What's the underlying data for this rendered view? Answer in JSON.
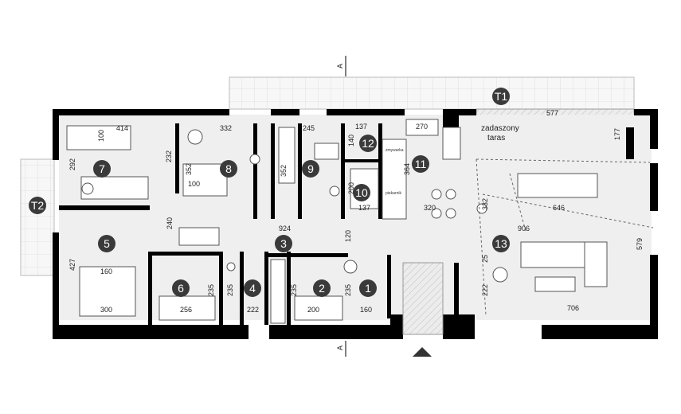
{
  "colors": {
    "wall": "#000000",
    "floor": "#f0f0f0",
    "terrace": "#f4f4f4",
    "room_badge": "#3a3a3a",
    "furniture": "#ffffff",
    "line": "#555555"
  },
  "section_marker": "A",
  "terrace_label": "T1",
  "side_terrace_label": "T2",
  "covered_terrace": {
    "line1": "zadaszony",
    "line2": "taras"
  },
  "rooms": [
    "1",
    "2",
    "3",
    "4",
    "5",
    "6",
    "7",
    "8",
    "9",
    "10",
    "11",
    "12",
    "13"
  ],
  "dimensions": {
    "d414": "414",
    "d100a": "100",
    "d292": "292",
    "d232": "232",
    "d332": "332",
    "d352a": "352",
    "d100b": "100",
    "d245": "245",
    "d352b": "352",
    "d137a": "137",
    "d140": "140",
    "d270": "270",
    "d364": "364",
    "d577": "577",
    "d177": "177",
    "d200a": "200",
    "d137b": "137",
    "d320": "320",
    "d332b": "332",
    "d646": "646",
    "d240": "240",
    "d924": "924",
    "d120": "120",
    "d906": "906",
    "d427": "427",
    "d160a": "160",
    "d300": "300",
    "d256": "256",
    "d235a": "235",
    "d235b": "235",
    "d222a": "222",
    "d235c": "235",
    "d200b": "200",
    "d235d": "235",
    "d160b": "160",
    "d25": "25",
    "d222b": "222",
    "d706": "706",
    "d579": "579"
  },
  "appliance_labels": {
    "fridge": "zmywarka",
    "oven": "piekarnik"
  }
}
